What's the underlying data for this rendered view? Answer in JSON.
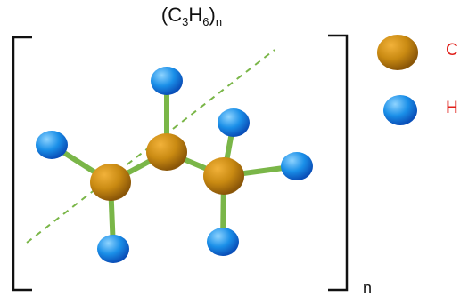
{
  "formula": {
    "open": "(C",
    "sub_c": "3",
    "h": "H",
    "sub_h": "6",
    "close": ")",
    "sub_n": "n"
  },
  "repeat_label": "n",
  "legend": {
    "items": [
      {
        "label": "C",
        "element": "carbon",
        "color": "#c98a12",
        "label_color": "#e0201b"
      },
      {
        "label": "H",
        "element": "hydrogen",
        "color": "#1a8fe8",
        "label_color": "#e0201b"
      }
    ]
  },
  "colors": {
    "bond": "#7ab648",
    "bracket": "#111111",
    "carbon_light": "#f2b23a",
    "carbon_dark": "#8a5608",
    "hydrogen_light": "#8fd4ff",
    "hydrogen_dark": "#0a4fb8"
  }
}
